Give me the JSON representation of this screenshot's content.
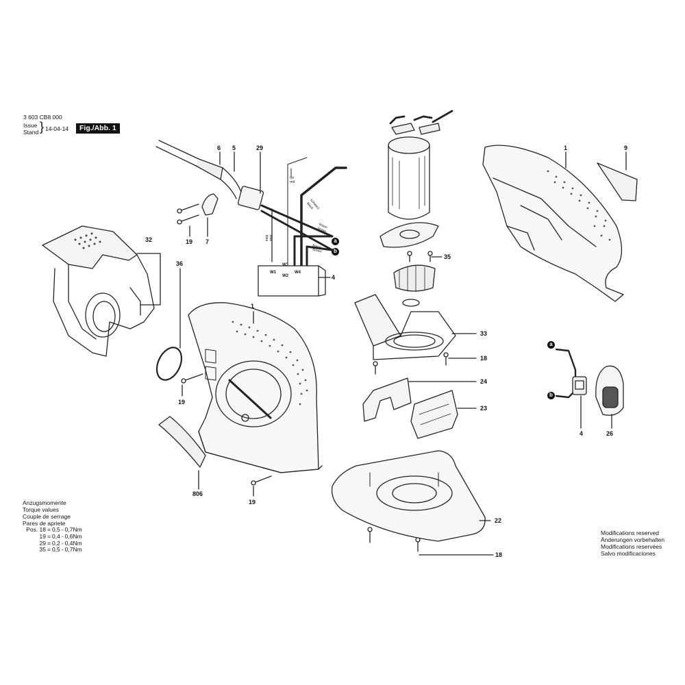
{
  "header": {
    "part_number": "3 603 CB8 000",
    "issue_label": "Issue",
    "stand_label": "Stand",
    "date": "14-04-14",
    "figure": "Fig./Abb. 1"
  },
  "callouts": {
    "n6": "6",
    "n5": "5",
    "n29": "29",
    "n1_top": "1",
    "n9": "9",
    "n32": "32",
    "n19_a": "19",
    "n7": "7",
    "n4_a": "4",
    "n35": "35",
    "n36": "36",
    "n1_mid": "1",
    "n33": "33",
    "n18_a": "18",
    "n19_b": "19",
    "n24": "24",
    "n23": "23",
    "n4_b": "4",
    "n26": "26",
    "n806": "806",
    "n19_c": "19",
    "n22": "22",
    "n18_b": "18"
  },
  "wiring": {
    "rot": "rot",
    "red": "red",
    "schwarz": "schwarz",
    "black": "black",
    "braun1": "braun",
    "brown1": "brown",
    "braun2": "braun",
    "brown2": "brown",
    "blau": "blau",
    "blue": "blue",
    "W1": "W1",
    "W2": "W2",
    "W3": "W3",
    "W4": "W4",
    "a": "a",
    "b": "b",
    "a2": "a",
    "b2": "b"
  },
  "torque": {
    "title_lines": [
      "Anzugsmomente",
      "Torque values",
      "Couple de serrage",
      "Pares de apriete"
    ],
    "rows": [
      {
        "pos": "Pos. 18",
        "eq": "=",
        "min": "0,5",
        "dash": "-",
        "max": "0,7Nm"
      },
      {
        "pos": "19",
        "eq": "=",
        "min": "0,4",
        "dash": "-",
        "max": "0,6Nm"
      },
      {
        "pos": "29",
        "eq": "=",
        "min": "0,2",
        "dash": "-",
        "max": "0,4Nm"
      },
      {
        "pos": "35",
        "eq": "=",
        "min": "0,5",
        "dash": "-",
        "max": "0,7Nm"
      }
    ]
  },
  "modifications": [
    "Modifications reserved",
    "Änderungen vorbehalten",
    "Modifications reservées",
    "Salvo modificaciones"
  ]
}
